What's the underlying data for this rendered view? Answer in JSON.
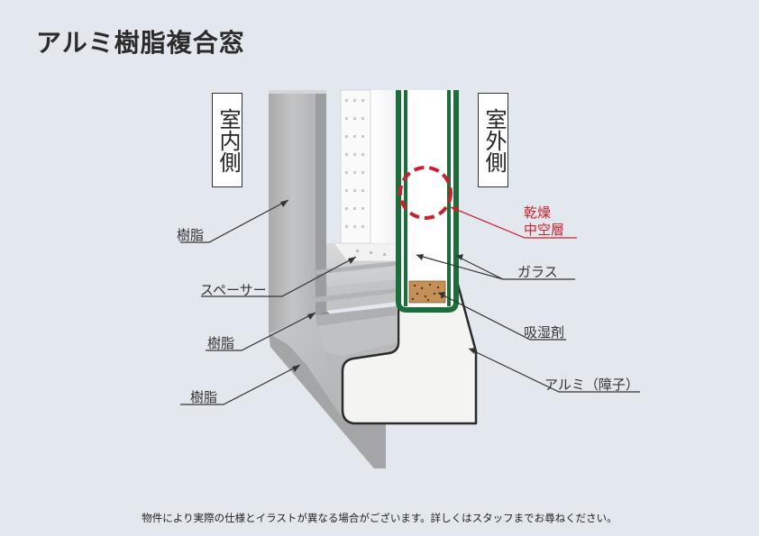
{
  "title": "アルミ樹脂複合窓",
  "sides": {
    "indoor": "室内側",
    "outdoor": "室外側"
  },
  "callouts": {
    "resin_1": "樹脂",
    "spacer": "スペーサー",
    "resin_2": "樹脂",
    "resin_3": "樹脂",
    "dry_air_line1": "乾燥",
    "dry_air_line2": "中空層",
    "glass": "ガラス",
    "desiccant": "吸湿剤",
    "aluminum": "アルミ（障子）"
  },
  "footer": "物件により実際の仕様とイラストが異なる場合がございます。詳しくはスタッフまでお尋ねください。",
  "colors": {
    "background": "#e3e7ee",
    "glass_edge": "#1b6e3a",
    "highlight": "#cc1f2c",
    "desiccant": "#c49058",
    "aluminum": "#f4f4f2",
    "resin": "#b9babb"
  }
}
